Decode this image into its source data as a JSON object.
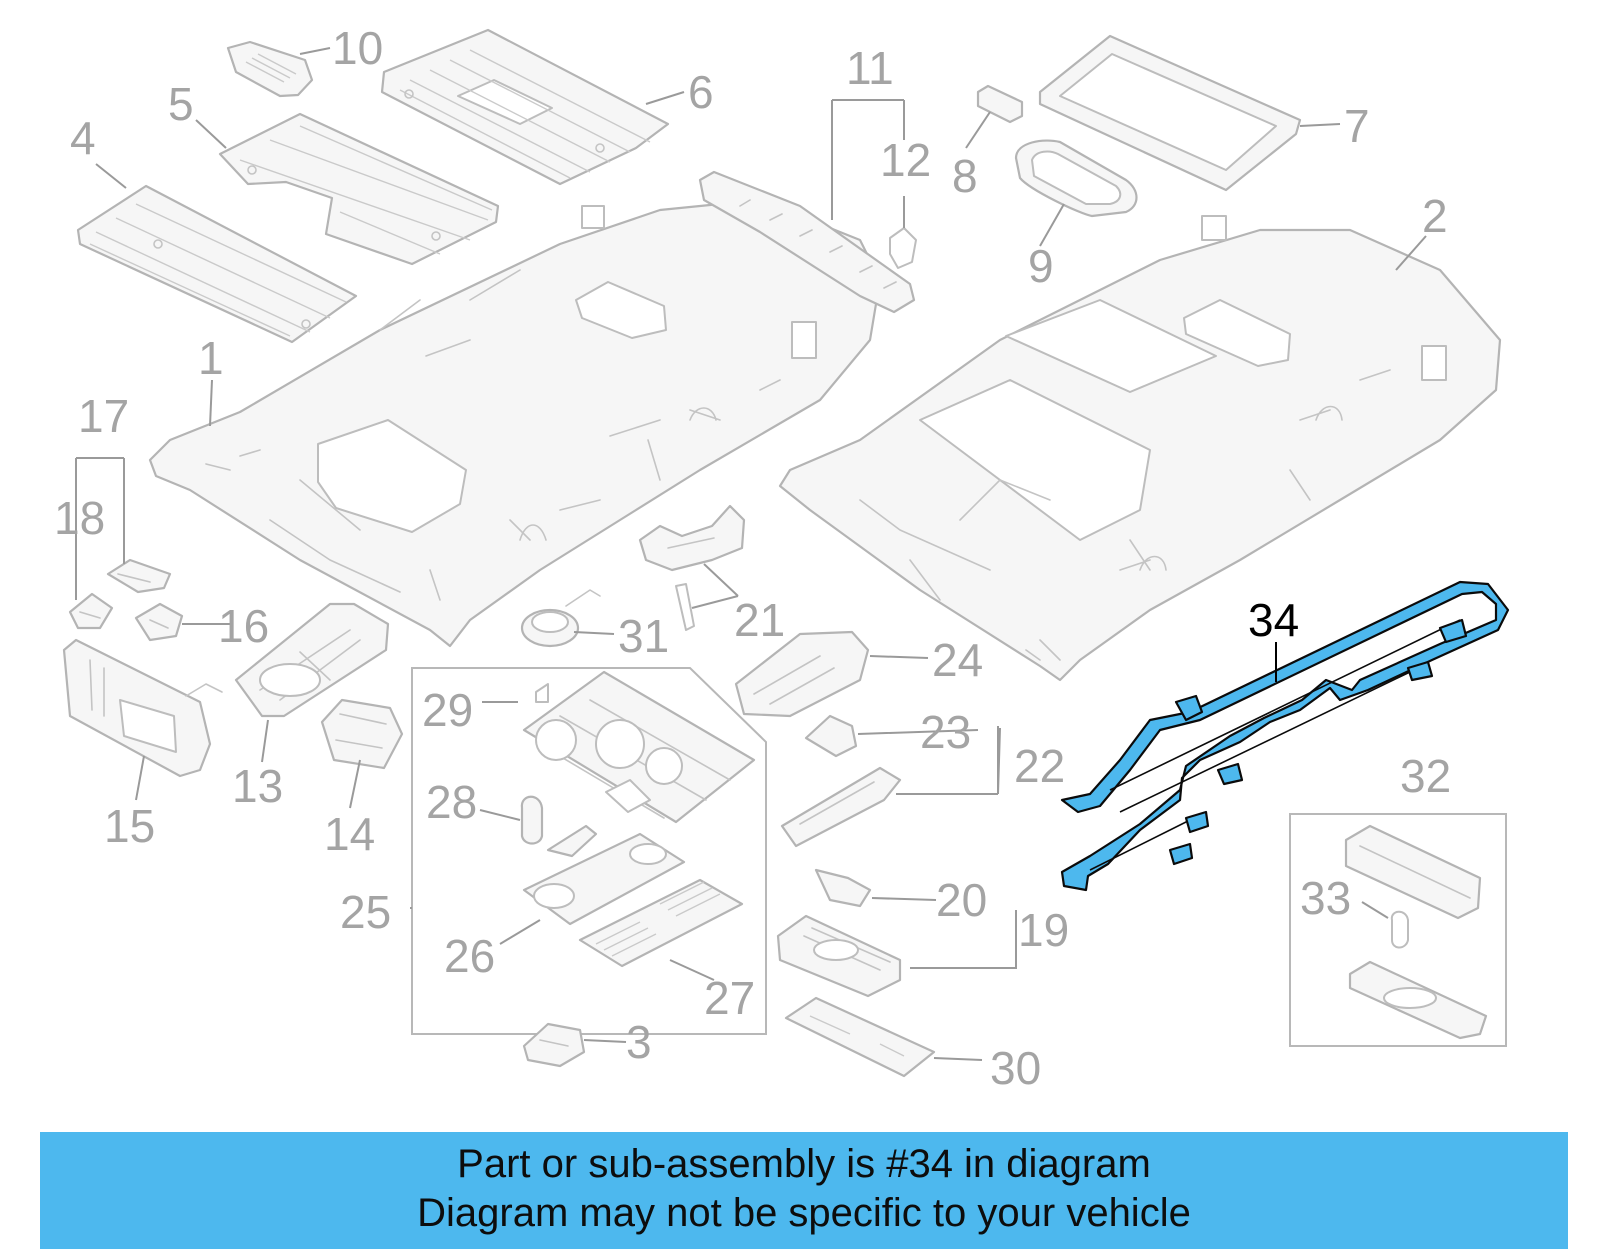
{
  "callouts": {
    "c1": "1",
    "c2": "2",
    "c3": "3",
    "c4": "4",
    "c5": "5",
    "c6": "6",
    "c7": "7",
    "c8": "8",
    "c9": "9",
    "c10": "10",
    "c11": "11",
    "c12": "12",
    "c13": "13",
    "c14": "14",
    "c15": "15",
    "c16": "16",
    "c17": "17",
    "c18": "18",
    "c19": "19",
    "c20": "20",
    "c21": "21",
    "c22": "22",
    "c23": "23",
    "c24": "24",
    "c25": "25",
    "c26": "26",
    "c27": "27",
    "c28": "28",
    "c29": "29",
    "c30": "30",
    "c31": "31",
    "c32": "32",
    "c33": "33",
    "c34": "34"
  },
  "highlighted_part": "34",
  "colors": {
    "highlight": "#4db8ee",
    "parts": "#b4b4b4",
    "labels": "#a4a4a4",
    "banner": "#4db8ee"
  },
  "banner": {
    "line1": "Part or sub-assembly is #34 in diagram",
    "line2": "Diagram may not be specific to your vehicle"
  }
}
